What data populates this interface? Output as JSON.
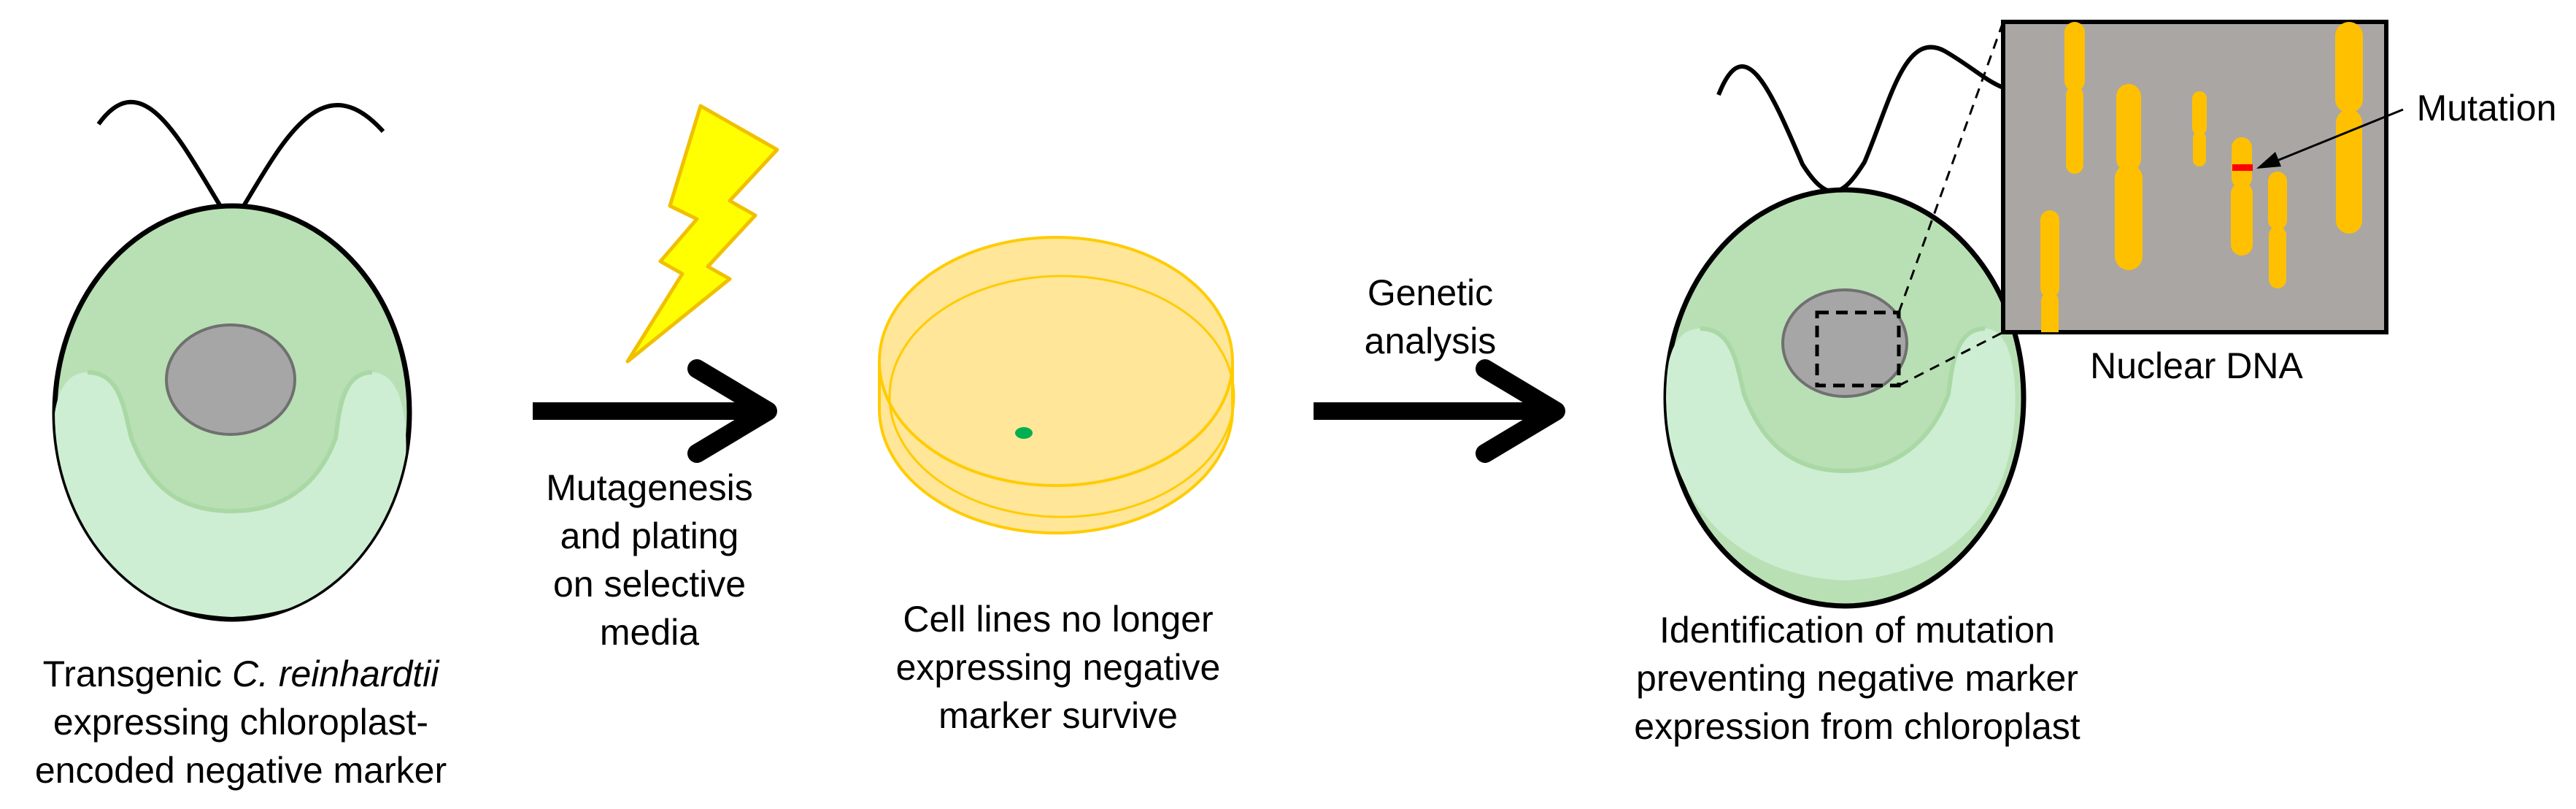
{
  "colors": {
    "cell_fill": "#b8e0b4",
    "cell_outer_stroke": "#000000",
    "cell_inner_chloroplast": "#cdeed2",
    "cell_ring": "#a9d8a5",
    "nucleus_fill": "#a6a6a6",
    "nucleus_stroke": "#707070",
    "flagellum": "#000000",
    "arrow": "#000000",
    "lightning_fill": "#ffff00",
    "lightning_stroke": "#f0c000",
    "plate_fill": "#ffe699",
    "plate_stroke": "#ffcc00",
    "colony": "#00b050",
    "inset_background": "#aaa6a4",
    "chromosome": "#ffc000",
    "mutation_mark": "#ff0000"
  },
  "icons": [
    "lightning-bolt-icon",
    "petri-dish-icon",
    "chromosome-icon"
  ],
  "labels": {
    "cell_left": {
      "line1_prefix": "Transgenic ",
      "line1_italic": "C. reinhardtii",
      "line2": "expressing chloroplast-",
      "line3": "encoded negative marker"
    },
    "arrow1": {
      "line1": "Mutagenesis",
      "line2": "and plating",
      "line3": "on selective",
      "line4": "media"
    },
    "plate": {
      "line1": "Cell lines no longer",
      "line2": "expressing negative",
      "line3": "marker survive"
    },
    "arrow2": {
      "line1": "Genetic",
      "line2": "analysis"
    },
    "cell_right": {
      "line1": "Identification of mutation",
      "line2": "preventing negative marker",
      "line3": "expression from chloroplast"
    },
    "inset": {
      "caption": "Nuclear DNA",
      "mutation_label": "Mutation"
    }
  }
}
